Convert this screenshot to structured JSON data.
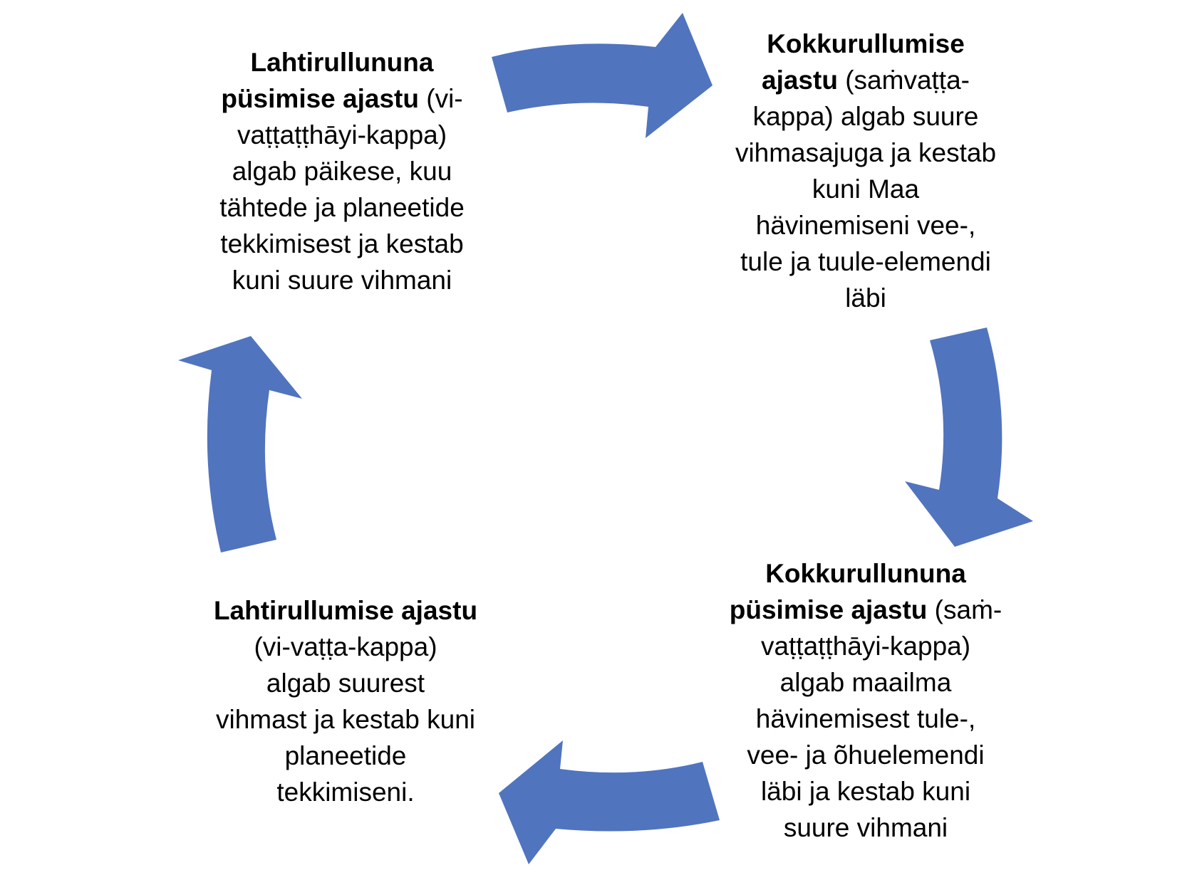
{
  "colors": {
    "arrow": "#5174BF",
    "text": "#000000",
    "background": "#FFFFFF"
  },
  "blocks": [
    {
      "id": "block-tl",
      "bold": "Lahtirullununa\npüsimise ajastu",
      "rest": " (vi-\nvaṭṭaṭṭhāyi-kappa)\n algab päikese, kuu\ntähtede ja planeetide\ntekkimisest ja kestab\nkuni suure vihmani"
    },
    {
      "id": "block-tr",
      "bold": "Kokkurullumise\najastu",
      "rest": " (saṁvaṭṭa-\nkappa)   algab suure\nvihmasajuga ja kestab\nkuni Maa\nhävinemiseni vee-,\ntule ja tuule-elemendi\nläbi"
    },
    {
      "id": "block-br",
      "bold": "Kokkurullununa\npüsimise ajastu",
      "rest": " (saṁ-\nvaṭṭaṭṭhāyi-kappa)\n algab maailma\nhävinemisest tule-,\nvee- ja õhuelemendi\nläbi ja kestab kuni\nsuure vihmani"
    },
    {
      "id": "block-bl",
      "bold": "Lahtirullumise ajastu",
      "rest": "\n(vi-vaṭṭa-kappa)\n algab suurest\nvihmast ja kestab kuni\nplaneetide\ntekkimiseni."
    }
  ]
}
